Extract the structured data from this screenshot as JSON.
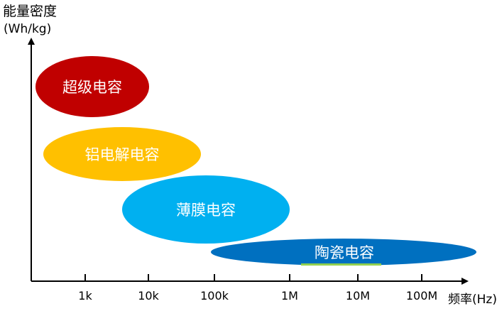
{
  "y_axis": {
    "title_line1": "能量密度",
    "title_line2": "(Wh/kg)"
  },
  "x_axis": {
    "title": "频率(Hz)",
    "ticks": [
      "1k",
      "10k",
      "100k",
      "1M",
      "10M",
      "100M"
    ]
  },
  "regions": [
    {
      "id": "supercap",
      "label": "超级电容",
      "color": "#C00000"
    },
    {
      "id": "aluminum",
      "label": "铝电解电容",
      "color": "#FFC000"
    },
    {
      "id": "film",
      "label": "薄膜电容",
      "color": "#00B0F0"
    },
    {
      "id": "ceramic",
      "label": "陶瓷电容",
      "color": "#0070C0"
    }
  ],
  "colors": {
    "axis": "#000000",
    "label_text": "#FFFFFF",
    "ceramic_accent": "#92D050"
  }
}
